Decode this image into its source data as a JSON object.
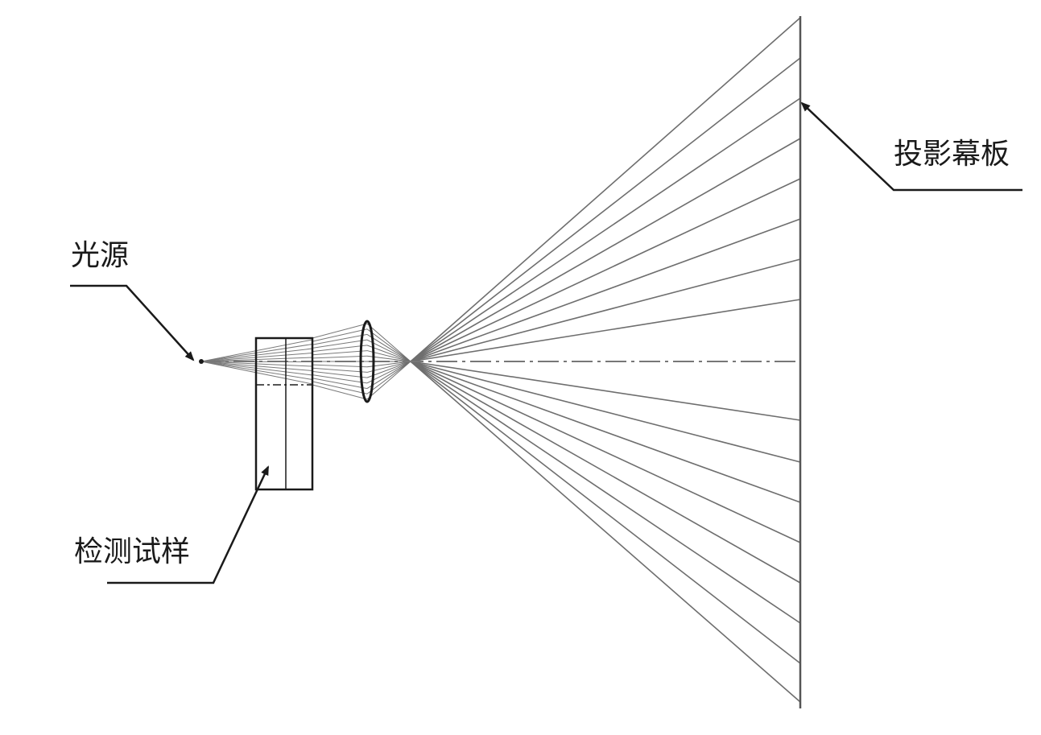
{
  "labels": {
    "light_source": "光源",
    "test_sample": "检测试样",
    "projection_screen": "投影幕板"
  },
  "colors": {
    "ray": "#6e6e6e",
    "outline": "#1a1a1a",
    "centerline": "#666666",
    "background": "#ffffff"
  }
}
